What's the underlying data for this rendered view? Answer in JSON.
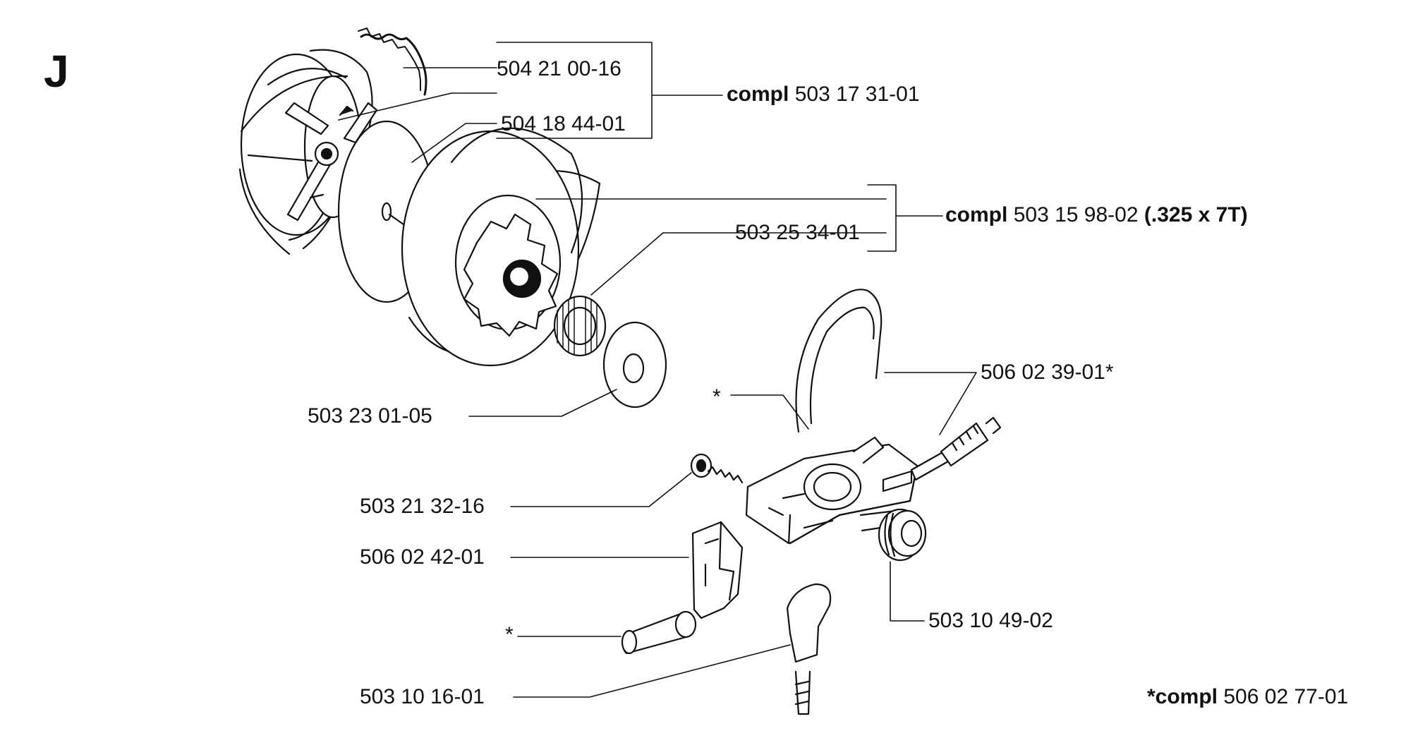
{
  "section_letter": "J",
  "labels": {
    "p_504_21_00_16": "504 21 00-16",
    "p_504_18_44_01": "504 18 44-01",
    "compl_clutch_prefix": "compl",
    "compl_clutch_num": "503 17 31-01",
    "p_503_25_34_01": "503 25 34-01",
    "compl_drum_prefix": "compl",
    "compl_drum_num": "503 15 98-02",
    "compl_drum_spec": "(.325 x 7T)",
    "p_503_23_01_05": "503 23 01-05",
    "p_506_02_39_01": "506 02 39-01*",
    "star_pump": "*",
    "p_503_21_32_16": "503 21 32-16",
    "p_506_02_42_01": "506 02 42-01",
    "p_503_10_49_02": "503 10 49-02",
    "star_filter": "*",
    "p_503_10_16_01": "503 10 16-01",
    "compl_kit_prefix": "*compl",
    "compl_kit_num": "506 02 77-01"
  },
  "colors": {
    "ink": "#111111",
    "paper": "#ffffff"
  }
}
